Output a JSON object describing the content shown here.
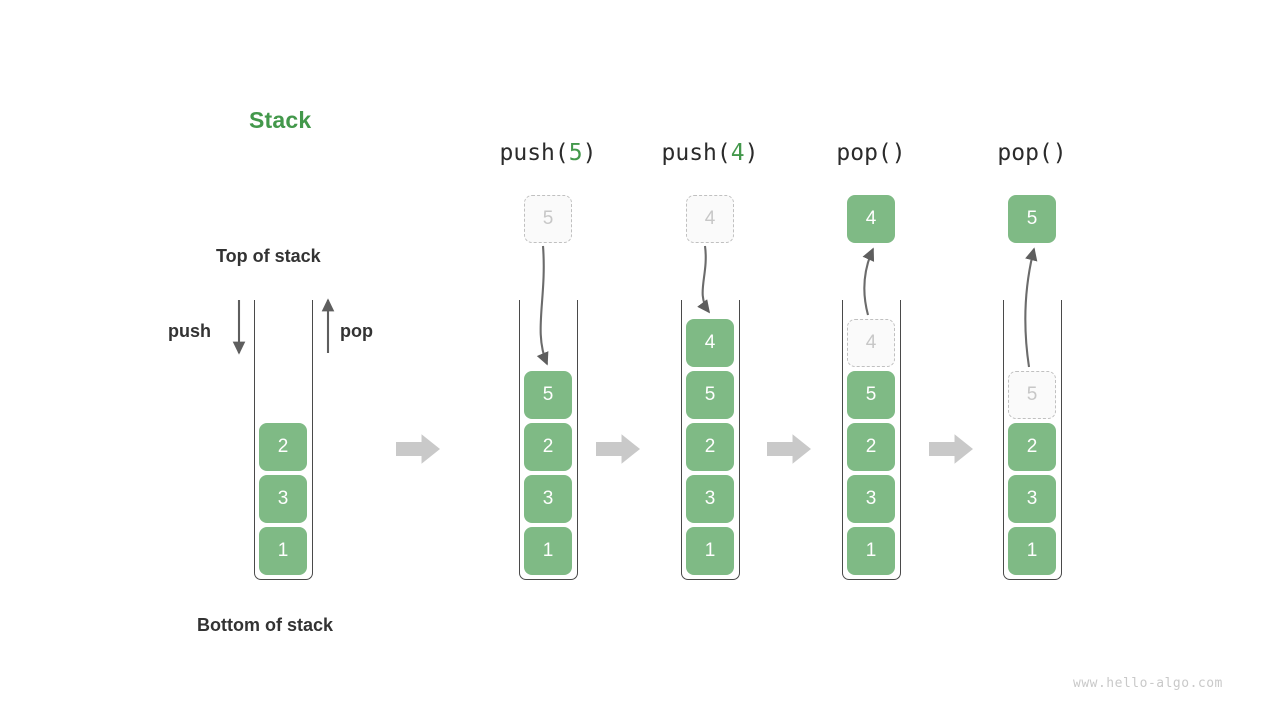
{
  "title": "Stack",
  "labels": {
    "top_of_stack": "Top of stack",
    "bottom_of_stack": "Bottom of stack",
    "push": "push",
    "pop": "pop"
  },
  "watermark": "www.hello-algo.com",
  "colors": {
    "accent_green": "#43984B",
    "cell_green": "#7FBA85",
    "ghost_border": "#c0c0c0",
    "ghost_text": "#c7c7c7",
    "container_stroke": "#4a4a4a",
    "flow_arrow": "#c9c9c9",
    "text": "#333333"
  },
  "initial_stack": {
    "name": "initial",
    "cells": [
      "2",
      "3",
      "1"
    ]
  },
  "steps": [
    {
      "id": "push-5",
      "header_prefix": "push(",
      "header_arg": "5",
      "header_suffix": ")",
      "operation": "push",
      "floating_cell": {
        "value": "5",
        "style": "ghost"
      },
      "cells": [
        "5",
        "2",
        "3",
        "1"
      ],
      "ghost_index": -1
    },
    {
      "id": "push-4",
      "header_prefix": "push(",
      "header_arg": "4",
      "header_suffix": ")",
      "operation": "push",
      "floating_cell": {
        "value": "4",
        "style": "ghost"
      },
      "cells": [
        "4",
        "5",
        "2",
        "3",
        "1"
      ],
      "ghost_index": -1
    },
    {
      "id": "pop-1",
      "header_prefix": "pop(",
      "header_arg": "",
      "header_suffix": ")",
      "operation": "pop",
      "floating_cell": {
        "value": "4",
        "style": "filled"
      },
      "cells": [
        "4",
        "5",
        "2",
        "3",
        "1"
      ],
      "ghost_index": 0
    },
    {
      "id": "pop-2",
      "header_prefix": "pop(",
      "header_arg": "",
      "header_suffix": ")",
      "operation": "pop",
      "floating_cell": {
        "value": "5",
        "style": "filled"
      },
      "cells": [
        "5",
        "2",
        "3",
        "1"
      ],
      "ghost_index": 0
    }
  ]
}
